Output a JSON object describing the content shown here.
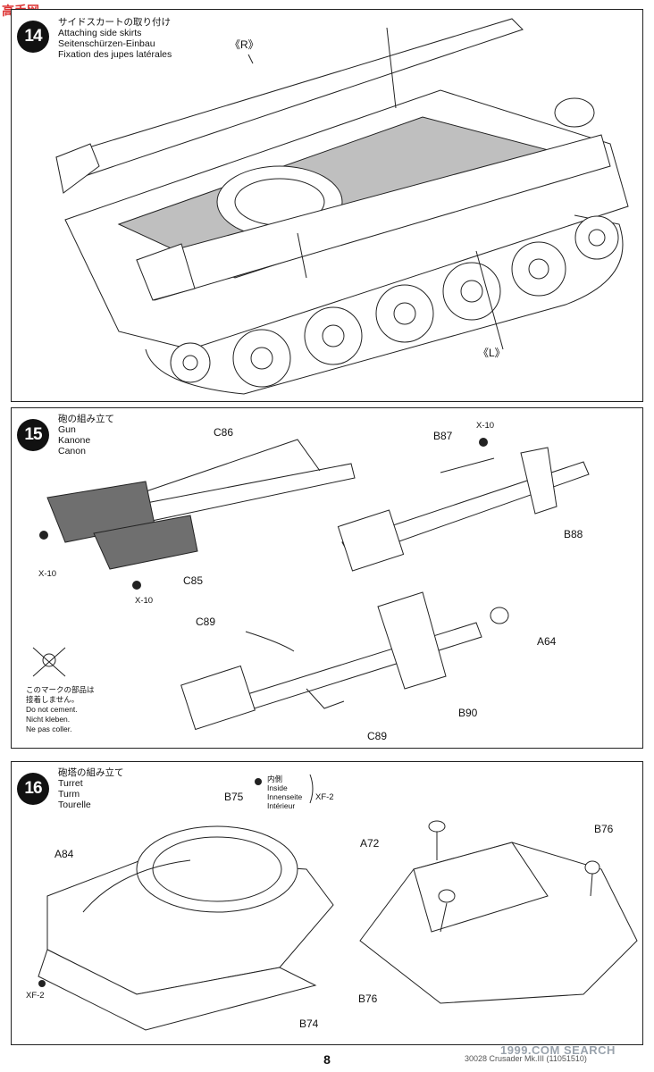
{
  "watermark_top": "高手网",
  "page_number": "8",
  "footer_text": "30028 Crusader Mk.III (11051510)",
  "watermark_bottom": "1999.COM SEARCH",
  "step14": {
    "number": "14",
    "title_jp": "サイドスカートの取り付け",
    "title_en": "Attaching side skirts",
    "title_de": "Seitenschürzen-Einbau",
    "title_fr": "Fixation des jupes latérales",
    "label_r": "《R》",
    "label_l": "《L》"
  },
  "step15": {
    "number": "15",
    "title_jp": "砲の組み立て",
    "title_en": "Gun",
    "title_de": "Kanone",
    "title_fr": "Canon",
    "parts": {
      "c86": "C86",
      "c85": "C85",
      "b87": "B87",
      "b88": "B88",
      "c89_top": "C89",
      "c89_bottom": "C89",
      "a64": "A64",
      "b90": "B90"
    },
    "paint_x10_a": "X-10",
    "paint_x10_b": "X-10",
    "paint_x10_c": "X-10",
    "note_jp_1": "このマークの部品は",
    "note_jp_2": "接着しません。",
    "note_de": "Nicht kleben.",
    "note_en": "Do not cement.",
    "note_fr": "Ne pas coller."
  },
  "step16": {
    "number": "16",
    "title_jp": "砲塔の組み立て",
    "title_en": "Turret",
    "title_de": "Turm",
    "title_fr": "Tourelle",
    "inside_jp": "内側",
    "inside_en": "Inside",
    "inside_de": "Innenseite",
    "inside_fr": "Intérieur",
    "inside_paint": "XF-2",
    "parts": {
      "b75": "B75",
      "a84": "A84",
      "b74": "B74",
      "a72": "A72",
      "b76_top": "B76",
      "b76_bottom": "B76"
    },
    "paint_xf2": "XF-2"
  }
}
